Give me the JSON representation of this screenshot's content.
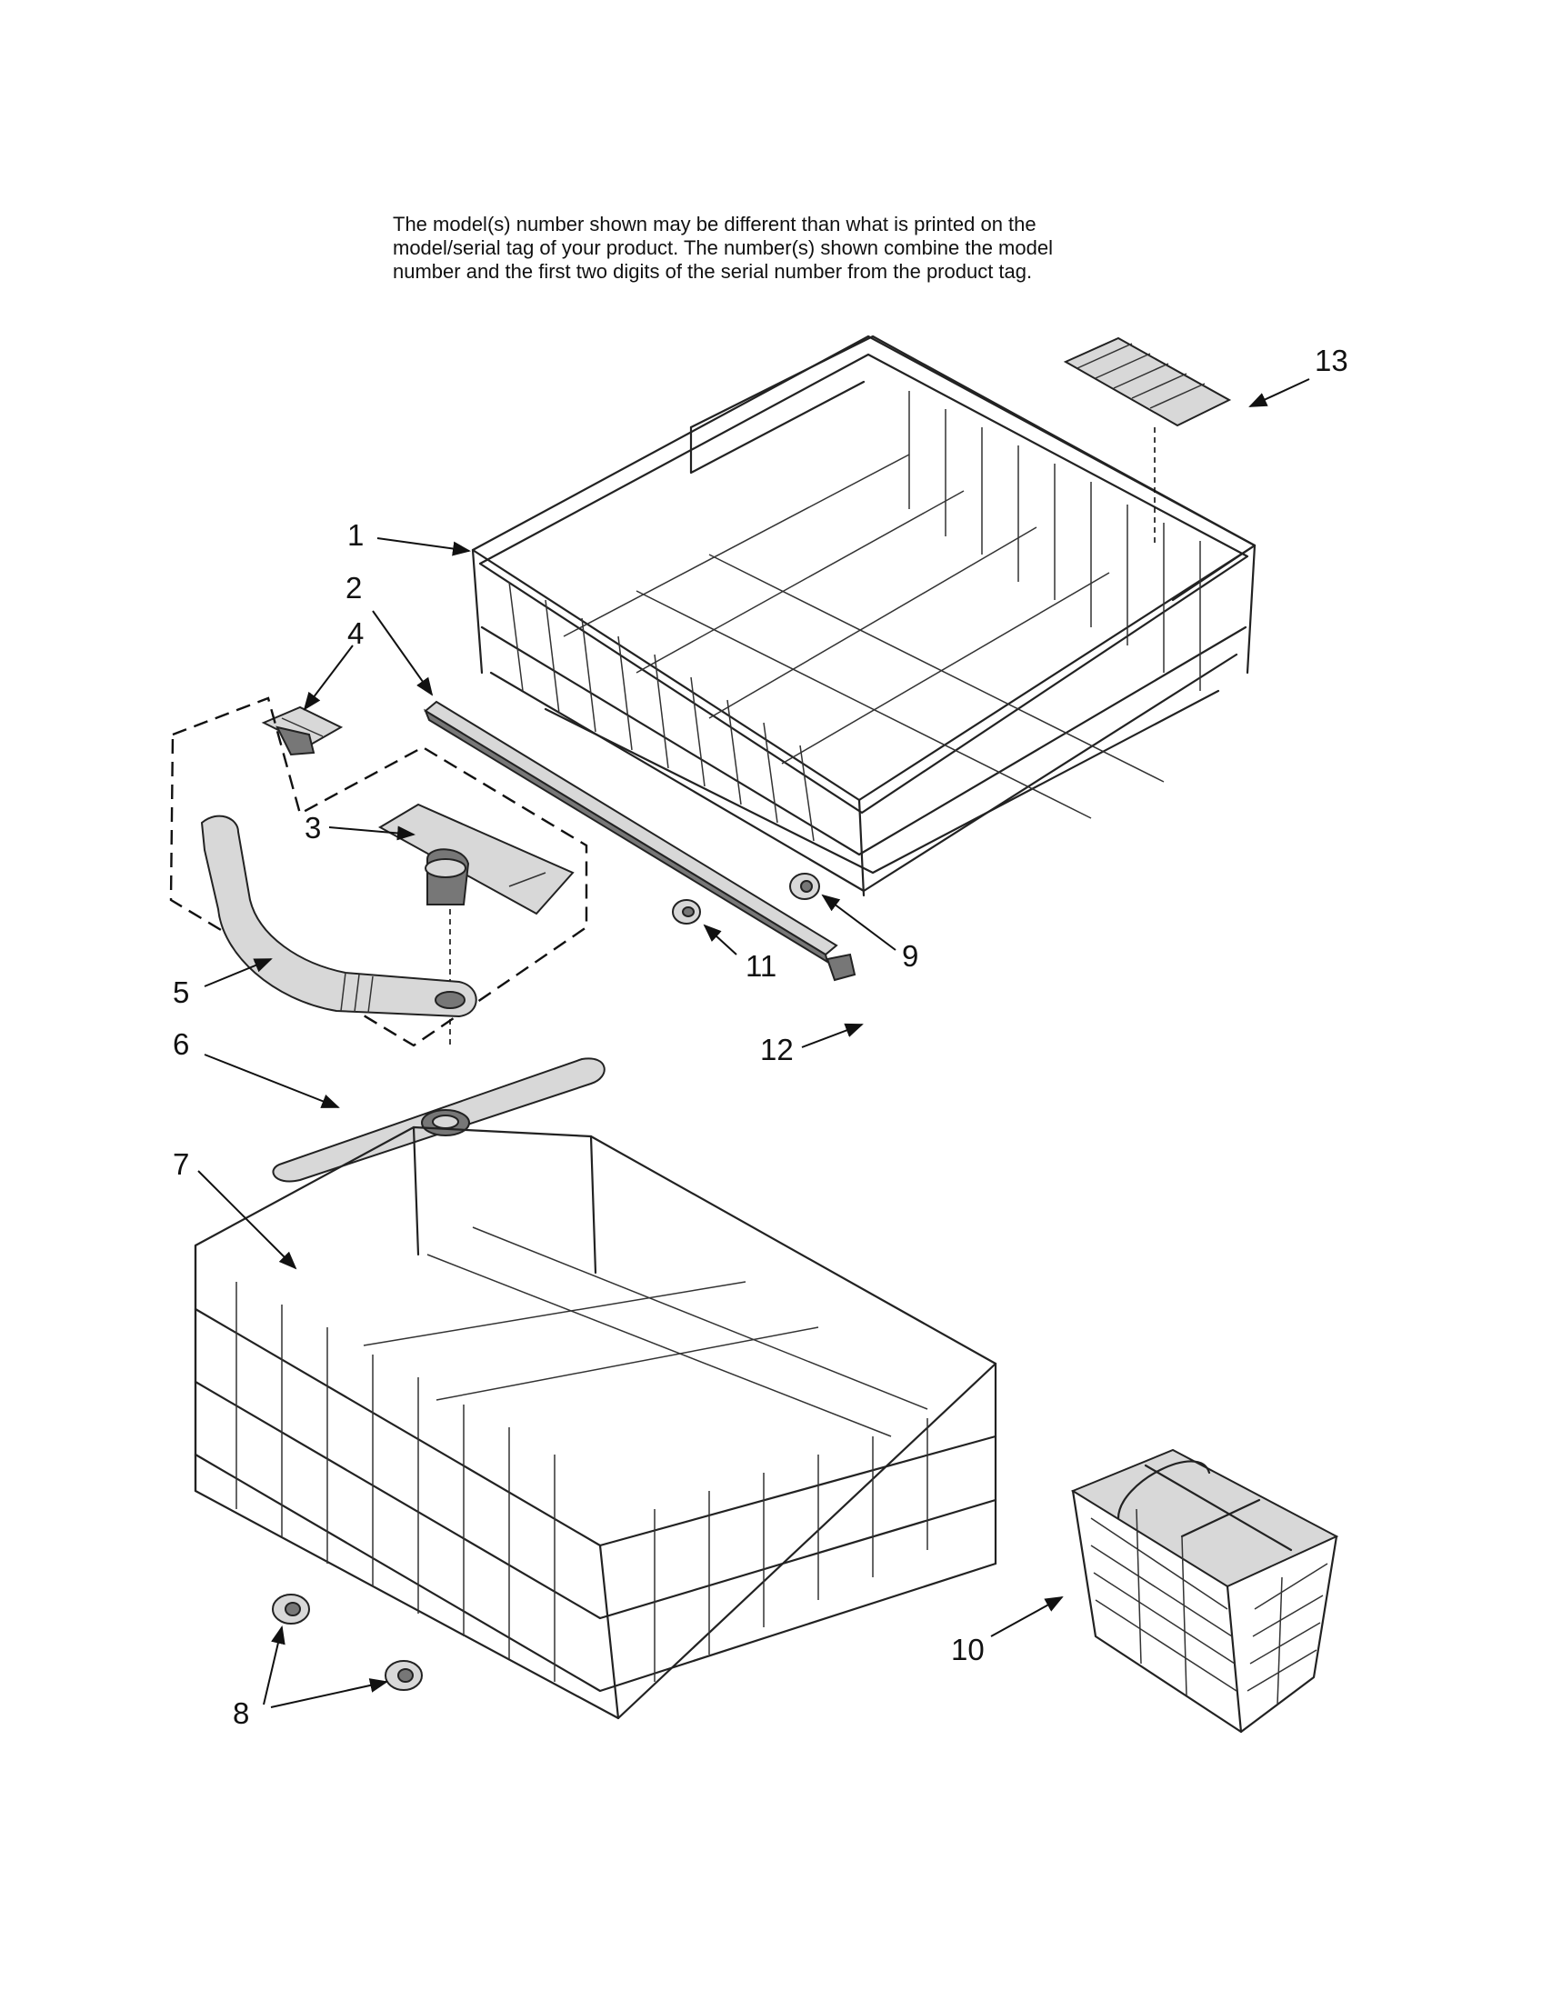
{
  "disclaimer": {
    "line1": "The model(s) number shown may be different than what is printed on the",
    "line2": "model/serial tag of your product. The number(s) shown combine the model",
    "line3": "number and the first two digits of the serial number from the product tag."
  },
  "callouts": [
    {
      "id": "1",
      "label": "1"
    },
    {
      "id": "2",
      "label": "2"
    },
    {
      "id": "3",
      "label": "3"
    },
    {
      "id": "4",
      "label": "4"
    },
    {
      "id": "5",
      "label": "5"
    },
    {
      "id": "6",
      "label": "6"
    },
    {
      "id": "7",
      "label": "7"
    },
    {
      "id": "8",
      "label": "8"
    },
    {
      "id": "9",
      "label": "9"
    },
    {
      "id": "10",
      "label": "10"
    },
    {
      "id": "11",
      "label": "11"
    },
    {
      "id": "12",
      "label": "12"
    },
    {
      "id": "13",
      "label": "13"
    }
  ]
}
